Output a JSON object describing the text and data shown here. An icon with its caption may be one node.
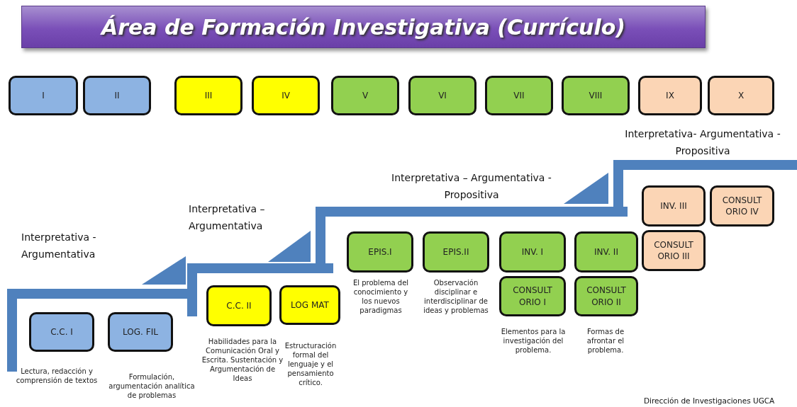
{
  "diagram": {
    "title": "Área de Formación Investigativa (Currículo)",
    "nodes": [
      {
        "text": [
          "I"
        ]
      },
      {
        "text": [
          "II"
        ]
      },
      {
        "text": [
          "III"
        ]
      },
      {
        "text": [
          "IV"
        ]
      },
      {
        "text": [
          "V"
        ]
      },
      {
        "text": [
          "VI"
        ]
      },
      {
        "text": [
          "VII"
        ]
      },
      {
        "text": [
          "VIII"
        ]
      },
      {
        "text": [
          "IX"
        ]
      },
      {
        "text": [
          "X"
        ]
      },
      {
        "text": [
          "C.C. I"
        ],
        "beside": [
          "Lectura, redacción y comprensión de textos"
        ]
      },
      {
        "text": [
          "LOG. FIL"
        ],
        "beside": [
          "Formulación, argumentación analítica de problemas"
        ]
      },
      {
        "text": [
          "C.C. II"
        ],
        "beside": [
          "Habilidades para la Comunicación Oral y Escrita. Sustentación y Argumentación de Ideas"
        ]
      },
      {
        "text": [
          "LOG MAT"
        ],
        "beside": [
          "Estructuración formal del lenguaje y el pensamiento crítico."
        ]
      },
      {
        "text": [
          "EPIS.I"
        ],
        "beside": [
          "El problema del conocimiento y los nuevos paradigmas"
        ]
      },
      {
        "text": [
          "EPIS.II"
        ],
        "beside": [
          "Observación disciplinar e interdisciplinar de ideas y problemas"
        ]
      },
      {
        "text": [
          "INV. I"
        ]
      },
      {
        "text": [
          "INV. II"
        ]
      },
      {
        "text": [
          "CONSULT ORIO I"
        ],
        "beside": [
          "Elementos para la investigación del problema."
        ]
      },
      {
        "text": [
          "CONSULT ORIO II"
        ],
        "beside": [
          "Formas de afrontar el problema."
        ]
      },
      {
        "text": [
          "INV. III"
        ]
      },
      {
        "text": [
          "CONSULT ORIO IV"
        ]
      },
      {
        "text": [
          "CONSULT ORIO III"
        ]
      }
    ],
    "labels": [
      "Interpretativa - Argumentativa",
      "Interpretativa – Argumentativa",
      "Interpretativa – Argumentativa - Propositiva",
      "Interpretativa- Argumentativa - Propositiva",
      "Dirección de Investigaciones UGCA"
    ]
  }
}
